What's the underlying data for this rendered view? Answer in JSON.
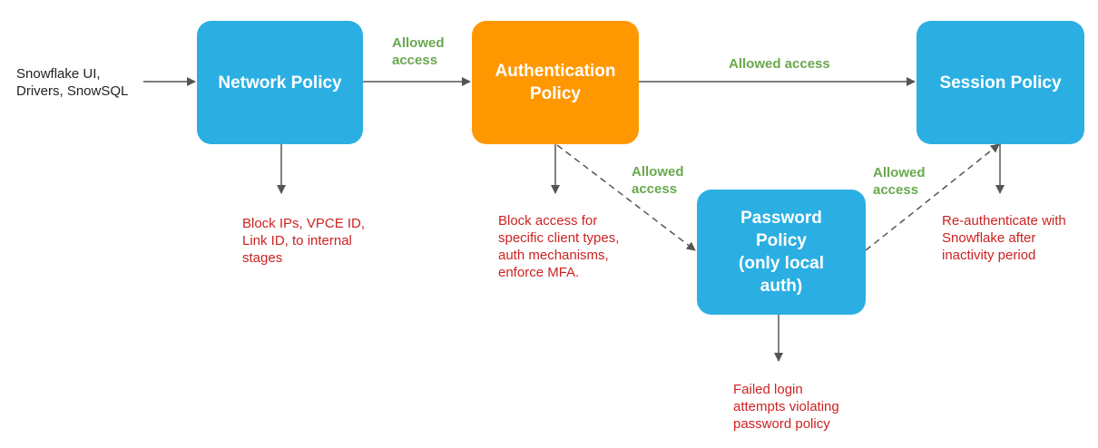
{
  "source_label": "Snowflake UI,\nDrivers, SnowSQL",
  "nodes": {
    "network": {
      "label": "Network Policy",
      "color": "#2bafe3"
    },
    "authentication": {
      "label": "Authentication\nPolicy",
      "color": "#ff9800"
    },
    "session": {
      "label": "Session Policy",
      "color": "#2bafe3"
    },
    "password": {
      "label": "Password\nPolicy\n(only local\nauth)",
      "color": "#2bafe3"
    }
  },
  "edge_labels": {
    "network_to_auth": "Allowed\naccess",
    "auth_to_session": "Allowed access",
    "auth_to_password": "Allowed\naccess",
    "password_to_session": "Allowed\naccess"
  },
  "notes": {
    "network": "Block IPs, VPCE ID,\nLink ID, to internal\nstages",
    "authentication": "Block access for\nspecific client types,\nauth mechanisms,\nenforce MFA.",
    "session": "Re-authenticate with\nSnowflake after\ninactivity period",
    "password": "Failed login\nattempts violating\npassword policy"
  }
}
